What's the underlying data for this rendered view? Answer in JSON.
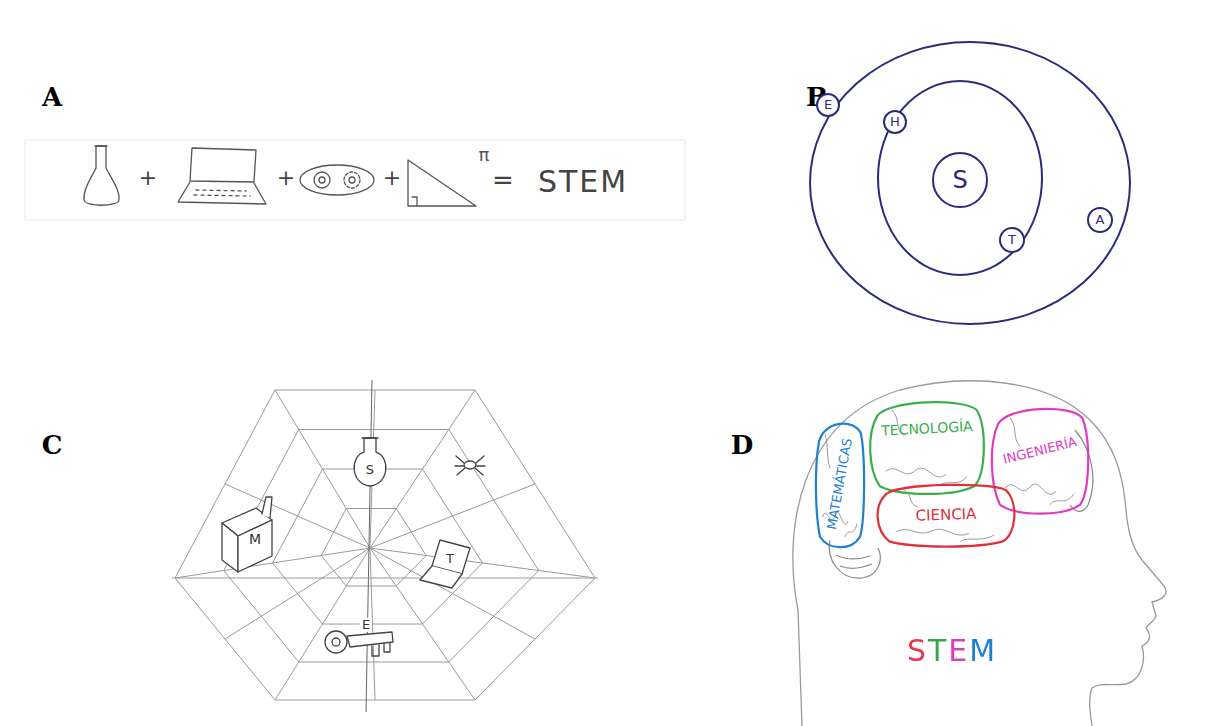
{
  "diagram": {
    "nodes": [
      {
        "text": [
          "E"
        ]
      },
      {
        "text": [
          "H"
        ]
      },
      {
        "text": [
          "S"
        ]
      },
      {
        "text": [
          "T"
        ]
      },
      {
        "text": [
          "A"
        ]
      },
      {
        "text": [
          "STEM"
        ]
      },
      {
        "text": [
          "TECNOLOGÍA"
        ],
        "in": 5
      },
      {
        "text": [
          "INGENIERÍA"
        ],
        "in": 5
      },
      {
        "text": [
          "MATEMÁTICAS"
        ],
        "in": 5
      },
      {
        "text": [
          "CIENCIA"
        ],
        "in": 5
      }
    ],
    "labels": [
      "A",
      "+",
      "+",
      "+",
      "π",
      "=",
      "STEM",
      "B",
      "C",
      "S",
      "M",
      "T",
      "E",
      "D"
    ]
  }
}
